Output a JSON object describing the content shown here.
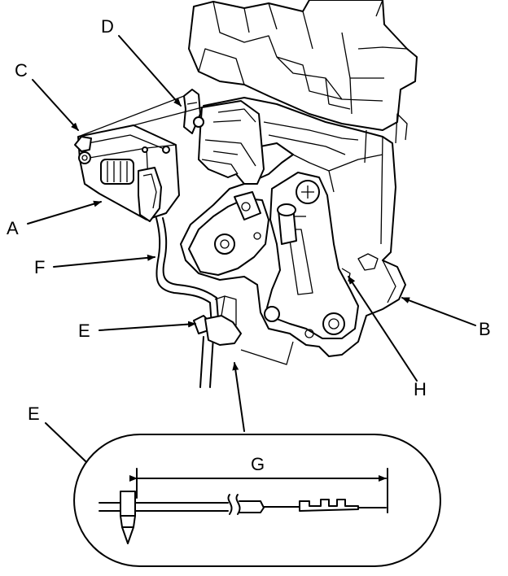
{
  "callouts": {
    "a": "A",
    "b": "B",
    "c": "C",
    "d": "D",
    "e_main": "E",
    "e_inset": "E",
    "f": "F",
    "g": "G",
    "h": "H"
  }
}
